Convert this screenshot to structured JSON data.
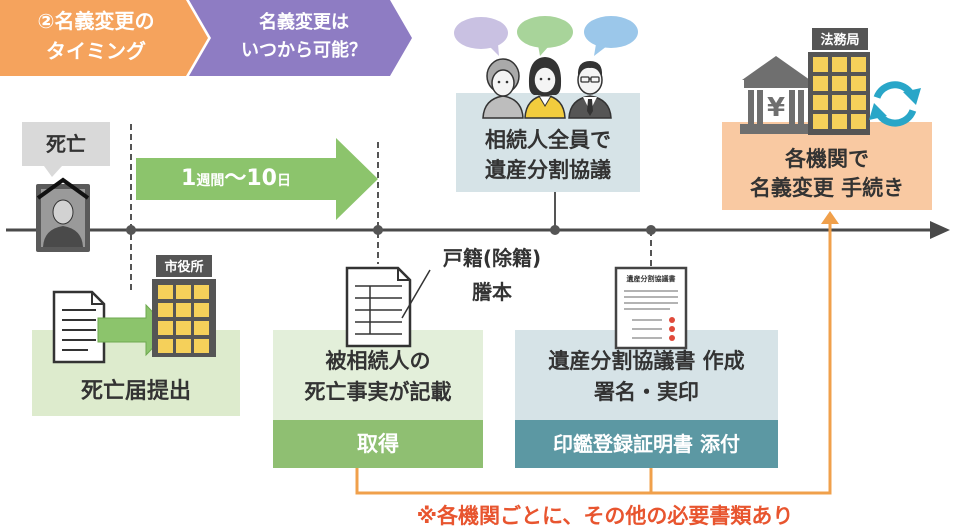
{
  "header": {
    "step_title": [
      "②名義変更の",
      "タイミング"
    ],
    "question": [
      "名義変更は",
      "いつから可能？"
    ]
  },
  "timeline": {
    "death_label": "死亡",
    "duration": {
      "num_start": "1",
      "unit_start": "週間",
      "separator": "〜",
      "num_end": "10",
      "unit_end": "日"
    }
  },
  "death_notice": {
    "office_sign": "市役所",
    "label": "死亡届提出"
  },
  "family_register": {
    "document_label": [
      "戸籍(除籍)",
      "謄本"
    ],
    "description": [
      "被相続人の",
      "死亡事実が記載"
    ],
    "action": "取得"
  },
  "heirs_council": {
    "label": [
      "相続人全員で",
      "遺産分割協議"
    ]
  },
  "division_agreement": {
    "document_title": "遺産分割協議書",
    "description": [
      "遺産分割協議書 作成",
      "署名・実印"
    ],
    "attachment": "印鑑登録証明書 添付"
  },
  "name_change": {
    "bank_symbol": "¥",
    "office_sign": "法務局",
    "label": [
      "各機関で",
      "名義変更 手続き"
    ]
  },
  "footnote": "※各機関ごとに、その他の必要書類あり",
  "icons": {
    "portrait": "memorial-portrait-icon",
    "notice_document": "document-icon",
    "city_hall": "city-hall-building-icon",
    "family_register_document": "family-register-document-icon",
    "speech_bubbles": "speech-bubble-icon",
    "heirs": "people-icon",
    "agreement_document": "agreement-document-icon",
    "bank": "bank-icon",
    "legal_bureau": "legal-bureau-building-icon",
    "refresh": "refresh-icon"
  },
  "colors": {
    "header_step": "#f5a35d",
    "header_question": "#8e7cc3",
    "timeline": "#4a4a4a",
    "duration_arrow": "#8cc46c",
    "death_label_box": "#d9d9d9",
    "council_box": "#d6e3e7",
    "name_change_box": "#f9c9a2",
    "death_notice_box": "#ddebcd",
    "koseki_box": "#e3efda",
    "acquire_box": "#8fbf72",
    "agreement_box": "#d6e3e7",
    "attach_box": "#5c98a3",
    "connector": "#f0a04b",
    "building_yellow": "#f5d05a",
    "refresh": "#29a6c8",
    "footnote": "#e8552f"
  }
}
